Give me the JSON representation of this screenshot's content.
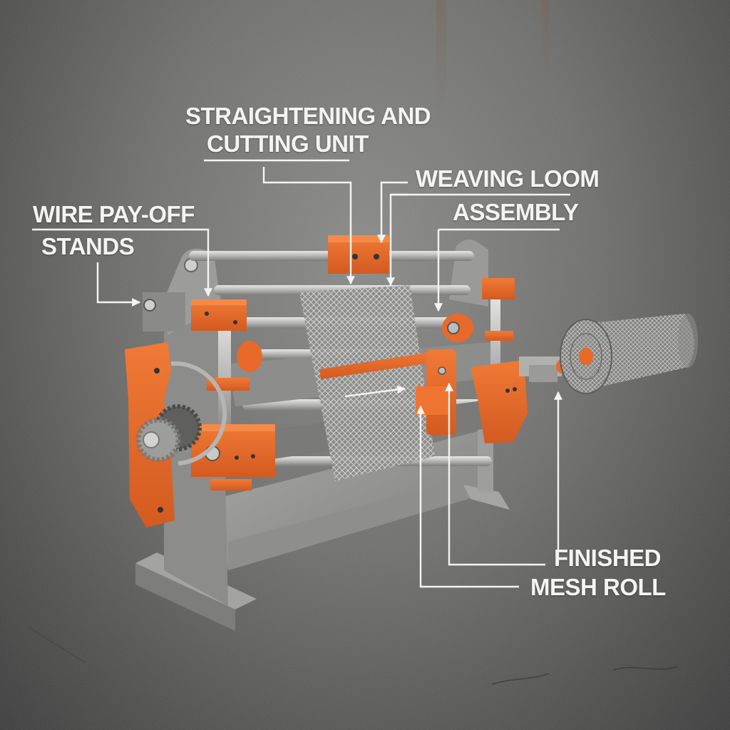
{
  "diagram": {
    "subject": "Wire mesh weaving machine",
    "colors": {
      "background": "#6e6e6c",
      "background_dark": "#3a3a3a",
      "machine_orange": "#e8692a",
      "machine_orange_dark": "#b94f1c",
      "machine_gray": "#9a9a9a",
      "machine_gray_dark": "#6f6f6f",
      "steel": "#c8c8c6",
      "label_text": "#f4f4f2",
      "leader_line": "#f4f4f2"
    },
    "labels": [
      {
        "id": "straightening",
        "lines": [
          "STRAIGHTENING AND",
          "CUTTING UNIT"
        ]
      },
      {
        "id": "weaving",
        "lines": [
          "WEAVING LOOM",
          "ASSEMBLY"
        ]
      },
      {
        "id": "payoff",
        "lines": [
          "WIRE PAY-OFF",
          "STANDS"
        ]
      },
      {
        "id": "finished",
        "lines": [
          "FINISHED",
          "MESH ROLL"
        ]
      }
    ]
  }
}
